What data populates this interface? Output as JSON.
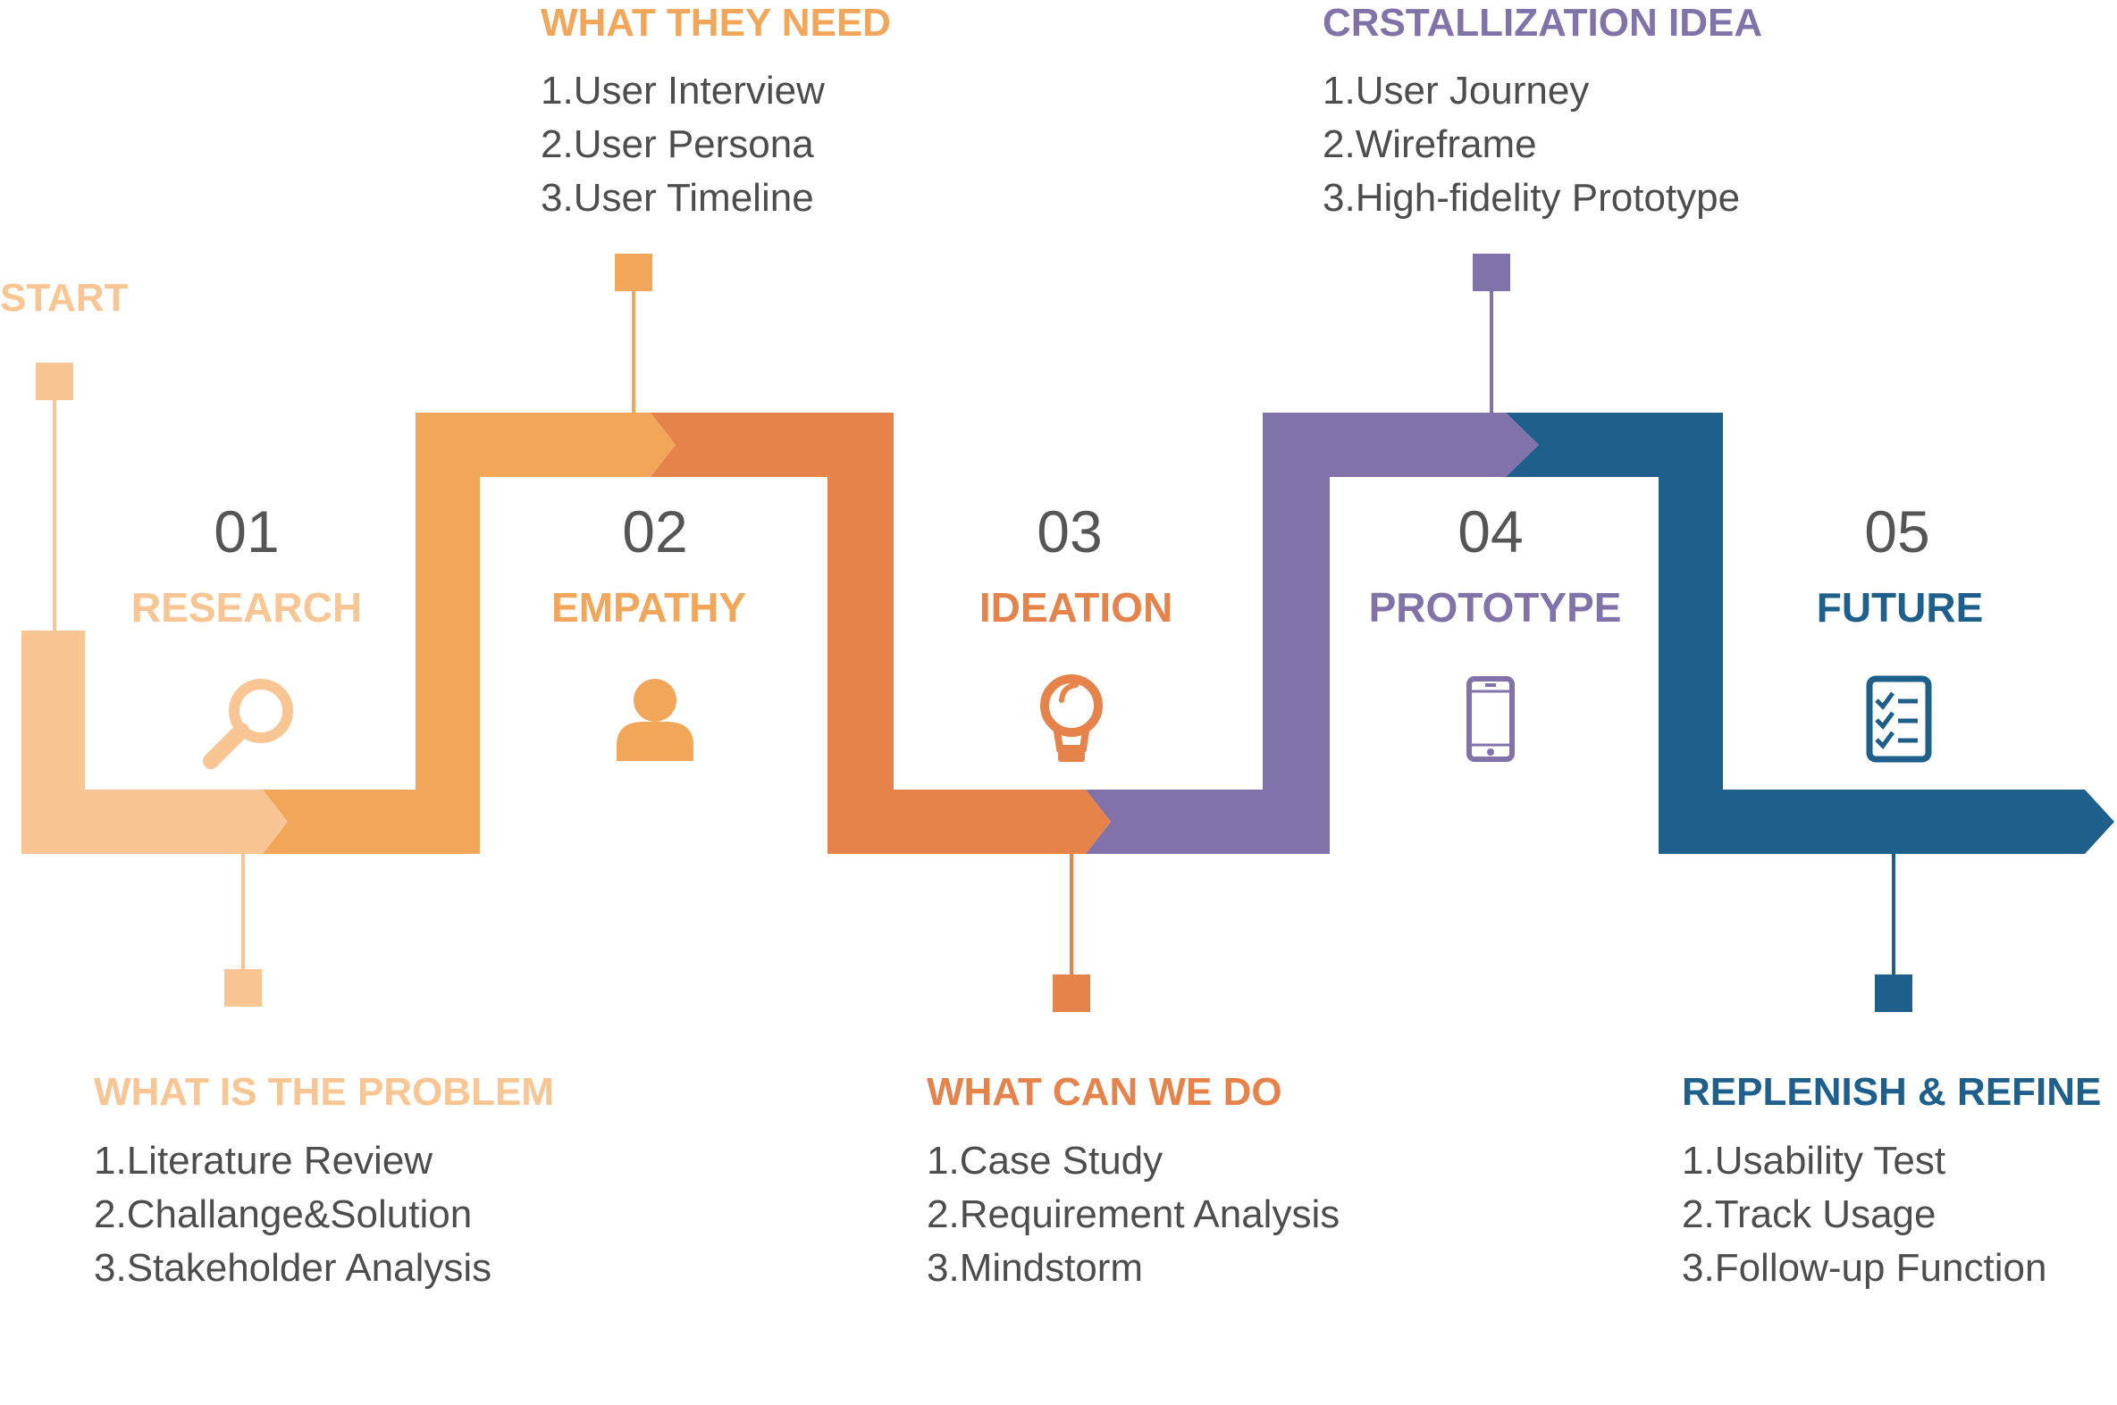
{
  "start_label": "START",
  "colors": {
    "peach": "#f8c593",
    "light_orange": "#f2a65a",
    "orange": "#e5834a",
    "purple": "#8172aa",
    "blue": "#1f5f8b",
    "text_gray": "#4d4d4d",
    "number_gray": "#555555"
  },
  "stages": [
    {
      "number": "01",
      "label": "RESEARCH",
      "icon": "magnifier-icon",
      "color": "#f8c593"
    },
    {
      "number": "02",
      "label": "EMPATHY",
      "icon": "user-icon",
      "color": "#f2a65a"
    },
    {
      "number": "03",
      "label": "IDEATION",
      "icon": "lightbulb-icon",
      "color": "#e5834a"
    },
    {
      "number": "04",
      "label": "PROTOTYPE",
      "icon": "smartphone-icon",
      "color": "#8172aa"
    },
    {
      "number": "05",
      "label": "FUTURE",
      "icon": "checklist-icon",
      "color": "#1f5f8b"
    }
  ],
  "callouts": [
    {
      "title": "WHAT IS THE PROBLEM",
      "color": "#f8c593",
      "items": [
        "1.Literature Review",
        "2.Challange&Solution",
        "3.Stakeholder Analysis"
      ]
    },
    {
      "title": "WHAT THEY NEED",
      "color": "#f2a65a",
      "items": [
        "1.User Interview",
        "2.User Persona",
        "3.User Timeline"
      ]
    },
    {
      "title": "WHAT CAN WE DO",
      "color": "#e5834a",
      "items": [
        "1.Case Study",
        "2.Requirement Analysis",
        "3.Mindstorm"
      ]
    },
    {
      "title": "CRSTALLIZATION IDEA",
      "color": "#8172aa",
      "items": [
        "1.User Journey",
        "2.Wireframe",
        "3.High-fidelity Prototype"
      ]
    },
    {
      "title": "REPLENISH & REFINE",
      "color": "#1f5f8b",
      "items": [
        "1.Usability Test",
        "2.Track Usage",
        "3.Follow-up Function"
      ]
    }
  ]
}
